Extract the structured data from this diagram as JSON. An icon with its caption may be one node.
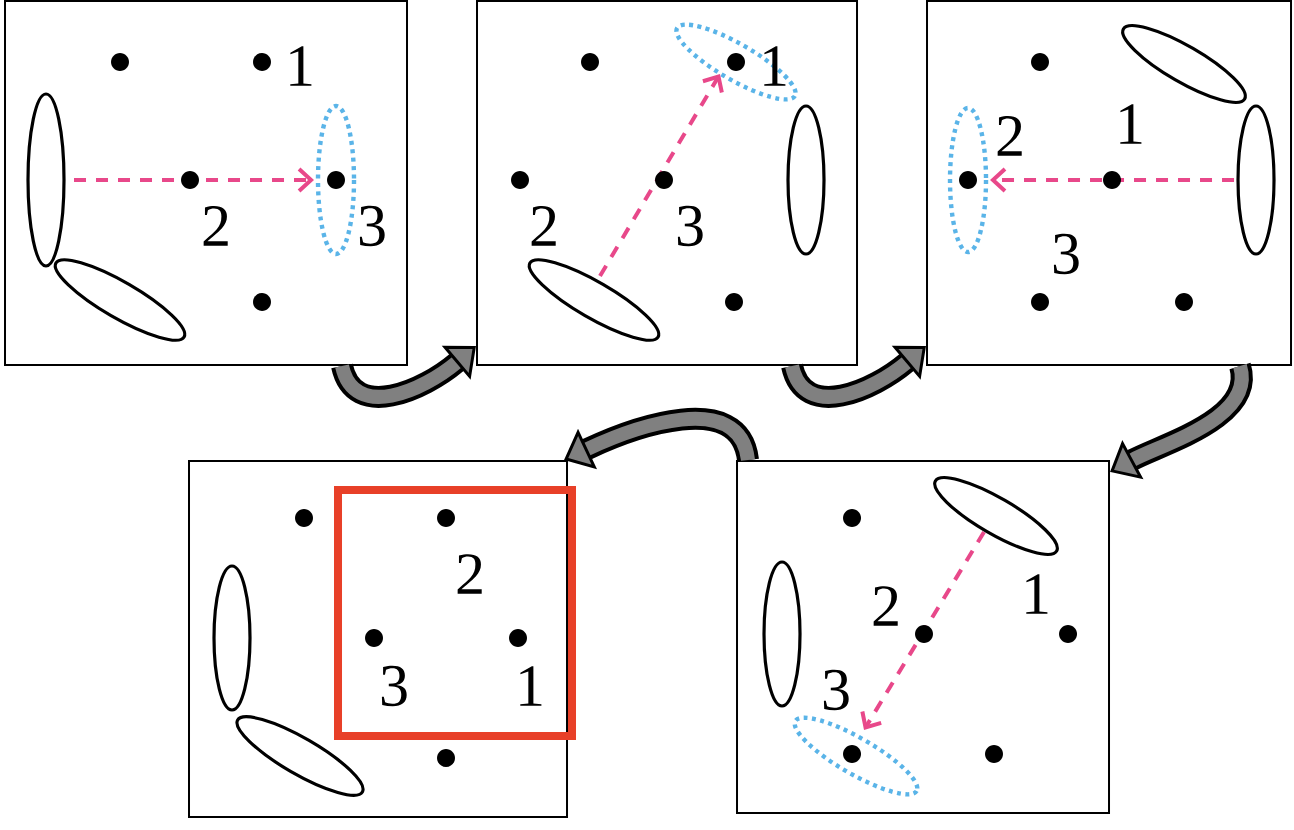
{
  "diagram": {
    "nodes": [
      {
        "text": [
          "1",
          "2",
          "3"
        ]
      },
      {
        "text": [
          "2",
          "3",
          "1"
        ]
      },
      {
        "text": [
          "2",
          "1",
          "3"
        ]
      },
      {
        "text": [],
        "shape": "box"
      },
      {
        "text": [
          "2",
          "3",
          "1"
        ],
        "in": 3
      },
      {
        "text": [
          "2",
          "1",
          "3"
        ]
      }
    ],
    "edges": [
      {
        "from": 0,
        "to": 1,
        "arrow": "to"
      },
      {
        "from": 1,
        "to": 2,
        "arrow": "to"
      },
      {
        "from": 2,
        "to": 5,
        "arrow": "to"
      },
      {
        "from": 5,
        "to": 3,
        "arrow": "to"
      }
    ]
  }
}
